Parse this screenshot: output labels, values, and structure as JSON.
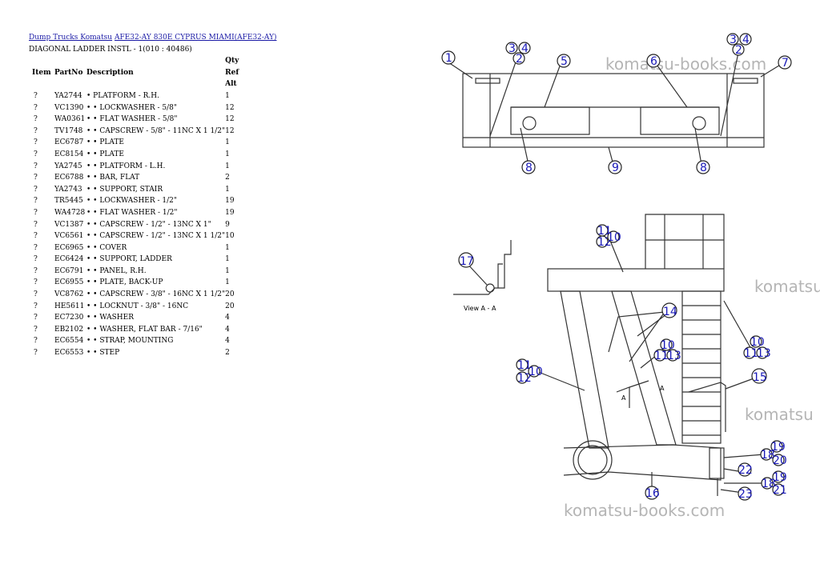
{
  "breadcrumb": {
    "link1": "Dump Trucks Komatsu",
    "link2": "AFE32-AY 830E CYPRUS MIAMI(AFE32-AY)"
  },
  "subtitle": "DIAGONAL LADDER INSTL - 1(010 : 40486)",
  "table": {
    "headers": {
      "item": "Item",
      "partno": "PartNo",
      "description": "Description",
      "qty": "Qty",
      "ref": "Ref",
      "alt": "Alt"
    },
    "rows": [
      {
        "item": "?",
        "partno": "YA2744",
        "description": "• PLATFORM - R.H.",
        "qty": "1"
      },
      {
        "item": "?",
        "partno": "VC1390",
        "description": "• • LOCKWASHER - 5/8\"",
        "qty": "12"
      },
      {
        "item": "?",
        "partno": "WA0361",
        "description": "• • FLAT WASHER - 5/8\"",
        "qty": "12"
      },
      {
        "item": "?",
        "partno": "TV1748",
        "description": "• • CAPSCREW - 5/8\" - 11NC X 1 1/2\"",
        "qty": "12"
      },
      {
        "item": "?",
        "partno": "EC6787",
        "description": "• • PLATE",
        "qty": "1"
      },
      {
        "item": "?",
        "partno": "EC8154",
        "description": "• • PLATE",
        "qty": "1"
      },
      {
        "item": "?",
        "partno": "YA2745",
        "description": "• • PLATFORM - L.H.",
        "qty": "1"
      },
      {
        "item": "?",
        "partno": "EC6788",
        "description": "• • BAR, FLAT",
        "qty": "2"
      },
      {
        "item": "?",
        "partno": "YA2743",
        "description": "• • SUPPORT, STAIR",
        "qty": "1"
      },
      {
        "item": "?",
        "partno": "TR5445",
        "description": "• • LOCKWASHER - 1/2\"",
        "qty": "19"
      },
      {
        "item": "?",
        "partno": "WA4728",
        "description": "• • FLAT WASHER - 1/2\"",
        "qty": "19"
      },
      {
        "item": "?",
        "partno": "VC1387",
        "description": "• • CAPSCREW - 1/2\" - 13NC X 1\"",
        "qty": "9"
      },
      {
        "item": "?",
        "partno": "VC6561",
        "description": "• • CAPSCREW - 1/2\" - 13NC X 1 1/2\"",
        "qty": "10"
      },
      {
        "item": "?",
        "partno": "EC6965",
        "description": "• • COVER",
        "qty": "1"
      },
      {
        "item": "?",
        "partno": "EC6424",
        "description": "• • SUPPORT, LADDER",
        "qty": "1"
      },
      {
        "item": "?",
        "partno": "EC6791",
        "description": "• • PANEL, R.H.",
        "qty": "1"
      },
      {
        "item": "?",
        "partno": "EC6955",
        "description": "• • PLATE, BACK-UP",
        "qty": "1"
      },
      {
        "item": "?",
        "partno": "VC8762",
        "description": "• • CAPSCREW - 3/8\" - 16NC X 1 1/2\"",
        "qty": "20"
      },
      {
        "item": "?",
        "partno": "HE5611",
        "description": "• • LOCKNUT - 3/8\" - 16NC",
        "qty": "20"
      },
      {
        "item": "?",
        "partno": "EC7230",
        "description": "• • WASHER",
        "qty": "4"
      },
      {
        "item": "?",
        "partno": "EB2102",
        "description": "• • WASHER, FLAT BAR - 7/16\"",
        "qty": "4"
      },
      {
        "item": "?",
        "partno": "EC6554",
        "description": "• • STRAP, MOUNTING",
        "qty": "4"
      },
      {
        "item": "?",
        "partno": "EC6553",
        "description": "• • STEP",
        "qty": "2"
      }
    ]
  },
  "watermarks": {
    "top": "komatsu-books.com",
    "right1": "komatsu",
    "right2": "komatsu",
    "bottom": "komatsu-books.com"
  },
  "diagram": {
    "view_label": "View A - A",
    "section_a": "A",
    "callouts": {
      "n1": "1",
      "n2": "2",
      "n3": "3",
      "n4": "4",
      "n5": "5",
      "n6": "6",
      "n7": "7",
      "n8": "8",
      "n9": "9",
      "n10": "10",
      "n11": "11",
      "n12": "12",
      "n13": "13",
      "n14": "14",
      "n15": "15",
      "n16": "16",
      "n17": "17",
      "n18": "18",
      "n19": "19",
      "n20": "20",
      "n21": "21",
      "n22": "22",
      "n23": "23"
    }
  }
}
